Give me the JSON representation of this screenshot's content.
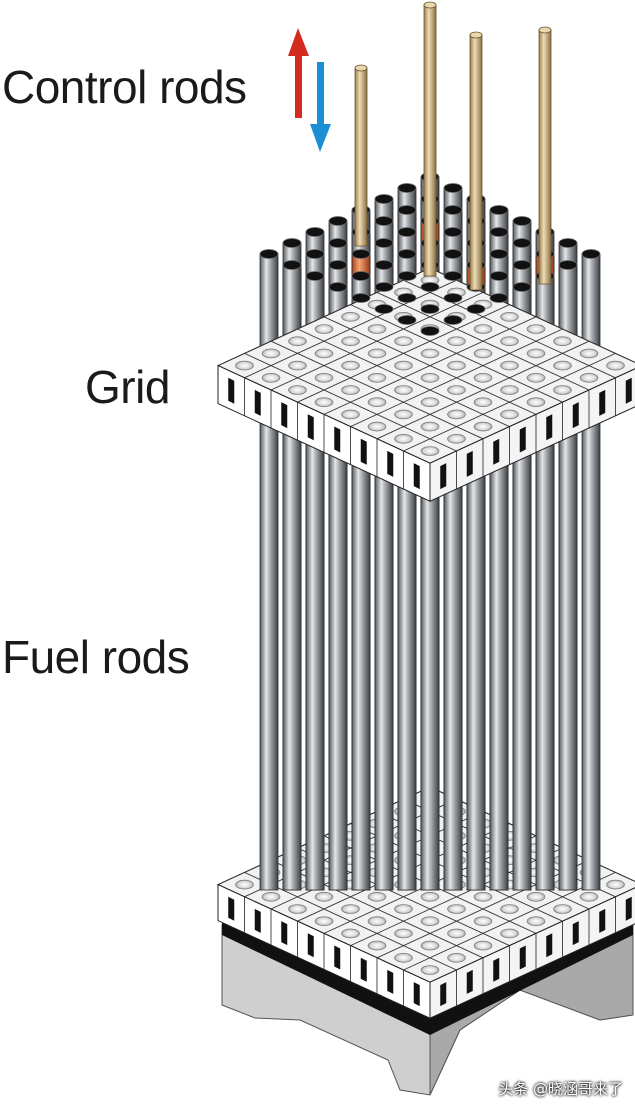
{
  "labels": {
    "control_rods": "Control rods",
    "grid": "Grid",
    "fuel_rods": "Fuel rods"
  },
  "watermark": "头条 @晓涵哥来了",
  "colors": {
    "fuel_rod": "#8e9297",
    "control_rod": "#e07a45",
    "control_rod_top": "#c7ad7c",
    "arrow_up": "#d42a1f",
    "arrow_down": "#1b8fd6",
    "base": "#c4c4c4",
    "base_band": "#111111"
  },
  "icons": [
    "arrow-up-icon",
    "arrow-down-icon"
  ]
}
